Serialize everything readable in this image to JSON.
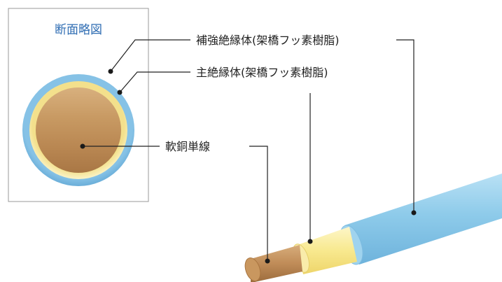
{
  "section_box": {
    "title": "断面略図"
  },
  "labels": {
    "outer_insulation": "補強絶縁体(架橋フッ素樹脂)",
    "main_insulation": "主絶縁体(架橋フッ素樹脂)",
    "conductor": "軟銅単線"
  },
  "colors": {
    "outer_insulation": "#8ec9ea",
    "main_insulation": "#f7ea9e",
    "conductor": "#c99a66",
    "title_text": "#2f6db3",
    "leader_lines": "#222222"
  }
}
